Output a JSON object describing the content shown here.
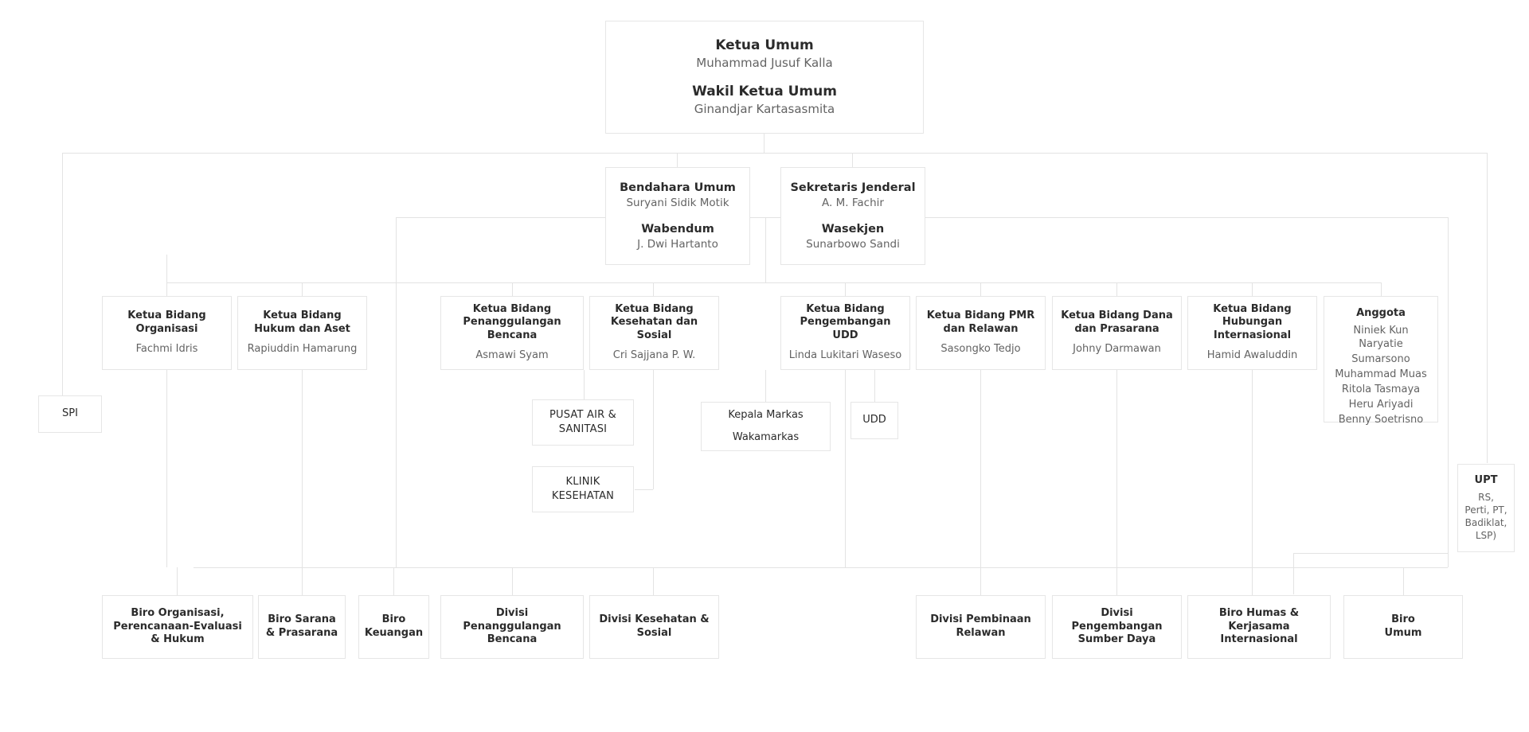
{
  "chart_data": {
    "type": "diagram",
    "title": "Struktur Organisasi",
    "orientation": "top-down",
    "node_count": 27
  },
  "theme": {
    "background": "#ffffff",
    "box_border": "#e6e6e6",
    "connector": "#e3e3e3",
    "title_color": "#2b2b2b",
    "subtitle_color": "#636363"
  },
  "executive": {
    "roles": [
      {
        "title": "Ketua Umum",
        "name": "Muhammad Jusuf Kalla"
      },
      {
        "title": "Wakil Ketua Umum",
        "name": "Ginandjar Kartasasmita"
      }
    ]
  },
  "officers": [
    {
      "id": "bendahara",
      "roles": [
        {
          "title": "Bendahara Umum",
          "name": "Suryani Sidik Motik"
        },
        {
          "title": "Wabendum",
          "name": "J. Dwi Hartanto"
        }
      ]
    },
    {
      "id": "sekjen",
      "roles": [
        {
          "title": "Sekretaris Jenderal",
          "name": "A. M. Fachir"
        },
        {
          "title": "Wasekjen",
          "name": "Sunarbowo Sandi"
        }
      ]
    }
  ],
  "bidang": [
    {
      "title": "Ketua Bidang Organisasi",
      "name": "Fachmi Idris"
    },
    {
      "title": "Ketua Bidang Hukum dan Aset",
      "name": "Rapiuddin Hamarung"
    },
    {
      "title": "Ketua Bidang Penanggulangan Bencana",
      "name": "Asmawi Syam"
    },
    {
      "title": "Ketua Bidang Kesehatan dan Sosial",
      "name": "Cri Sajjana P. W."
    },
    {
      "title": "Ketua Bidang Pengembangan UDD",
      "name": "Linda Lukitari Waseso"
    },
    {
      "title": "Ketua Bidang PMR dan Relawan",
      "name": "Sasongko Tedjo"
    },
    {
      "title": "Ketua Bidang Dana dan Prasarana",
      "name": "Johny Darmawan"
    },
    {
      "title": "Ketua Bidang Hubungan Internasional",
      "name": "Hamid Awaluddin"
    }
  ],
  "anggota": {
    "title": "Anggota",
    "members": [
      "Niniek Kun Naryatie",
      "Sumarsono",
      "Muhammad Muas",
      "Ritola Tasmaya",
      "Heru Ariyadi",
      "Benny Soetrisno"
    ]
  },
  "units": {
    "spi": "SPI",
    "pusat_air": [
      "PUSAT AIR &",
      "SANITASI"
    ],
    "klinik": [
      "KLINIK",
      "KESEHATAN"
    ],
    "markas": [
      "Kepala Markas",
      "Wakamarkas"
    ],
    "udd": "UDD",
    "upt": {
      "title": "UPT",
      "detail": "RS, Perti, PT, Badiklat, LSP)"
    }
  },
  "biro": [
    {
      "lines": [
        "Biro Organisasi,",
        "Perencanaan-Evaluasi",
        "& Hukum"
      ]
    },
    {
      "lines": [
        "Biro Sarana",
        "& Prasarana"
      ]
    },
    {
      "lines": [
        "Biro",
        "Keuangan"
      ]
    },
    {
      "lines": [
        "Divisi Penanggulangan",
        "Bencana"
      ]
    },
    {
      "lines": [
        "Divisi Kesehatan &",
        "Sosial"
      ]
    },
    {
      "lines": [
        "Divisi Pembinaan",
        "Relawan"
      ]
    },
    {
      "lines": [
        "Divisi Pengembangan",
        "Sumber Daya"
      ]
    },
    {
      "lines": [
        "Biro Humas & Kerjasama",
        "Internasional"
      ]
    },
    {
      "lines": [
        "Biro",
        "Umum"
      ]
    }
  ]
}
